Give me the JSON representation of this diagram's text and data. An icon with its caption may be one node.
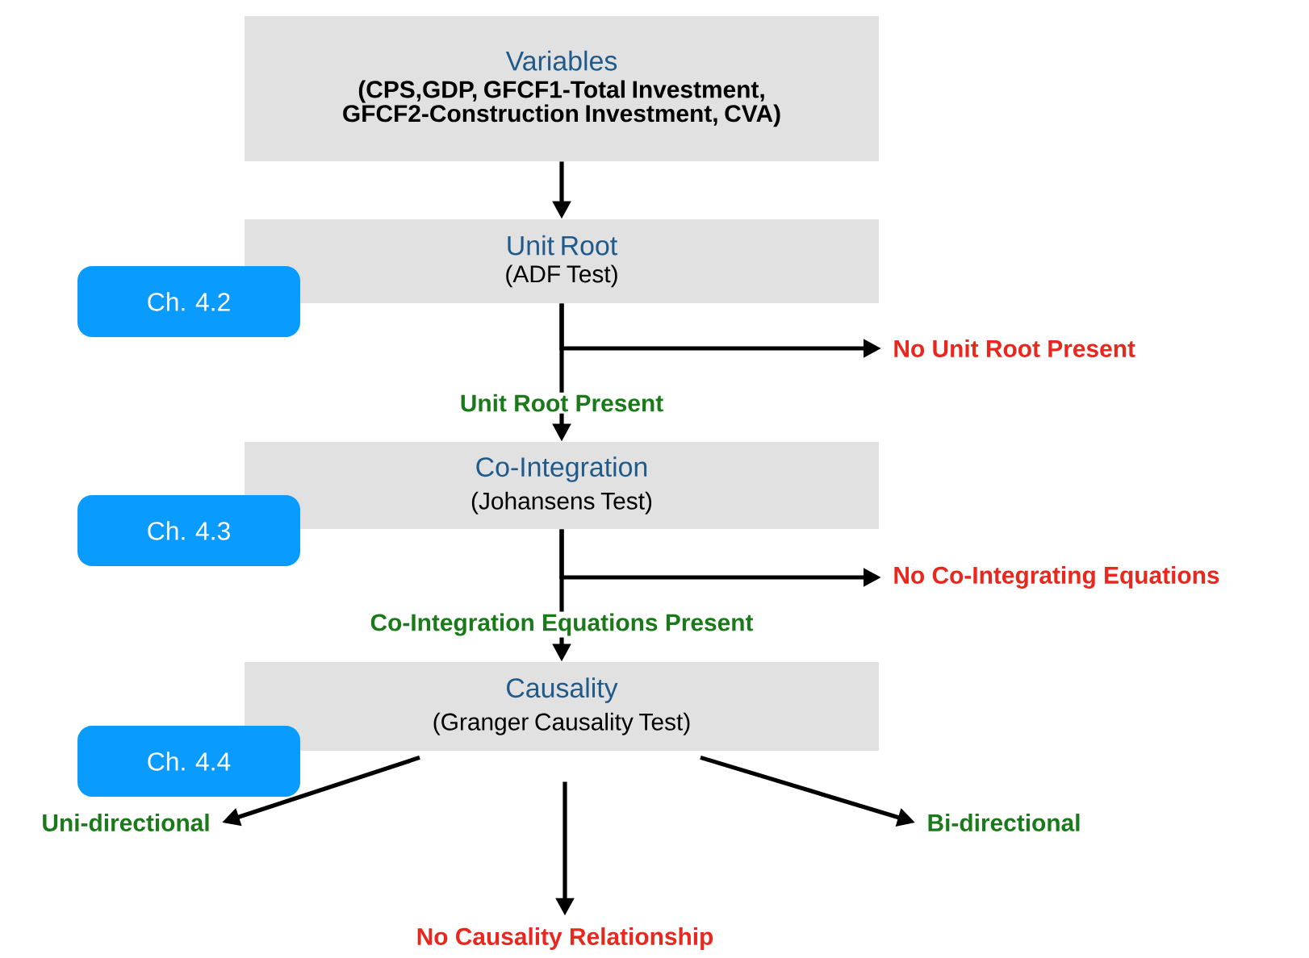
{
  "diagram": {
    "nodes": [
      {
        "text": [
          "Variables",
          "(CPS,GDP, GFCF1-Total Investment, GFCF2-Construction Investment, CVA)"
        ]
      },
      {
        "text": [
          "Unit Root",
          "(ADF Test)"
        ]
      },
      {
        "text": [
          "Ch. 4.2"
        ]
      },
      {
        "text": [
          "No Unit Root Present"
        ]
      },
      {
        "text": [
          "Co-Integration",
          "(Johansens Test)"
        ]
      },
      {
        "text": [
          "Ch. 4.3"
        ]
      },
      {
        "text": [
          "No Co-Integrating Equations"
        ]
      },
      {
        "text": [
          "Causality",
          "(Granger Causality Test)"
        ]
      },
      {
        "text": [
          "Ch. 4.4"
        ]
      },
      {
        "text": [
          "Uni-directional"
        ]
      },
      {
        "text": [
          "Bi-directional"
        ]
      },
      {
        "text": [
          "No Causality Relationship"
        ]
      }
    ],
    "edges": [
      {
        "from": 0,
        "to": 1,
        "arrow": "to"
      },
      {
        "from": 1,
        "to": 3,
        "arrow": "to"
      },
      {
        "from": 1,
        "to": 4,
        "arrow": "to",
        "label": "Unit Root Present"
      },
      {
        "from": 4,
        "to": 6,
        "arrow": "to"
      },
      {
        "from": 4,
        "to": 7,
        "arrow": "to",
        "label": "Co-Integration Equations Present"
      },
      {
        "from": 7,
        "to": 9,
        "arrow": "to"
      },
      {
        "from": 7,
        "to": 11,
        "arrow": "to"
      },
      {
        "from": 7,
        "to": 10,
        "arrow": "to"
      }
    ]
  }
}
